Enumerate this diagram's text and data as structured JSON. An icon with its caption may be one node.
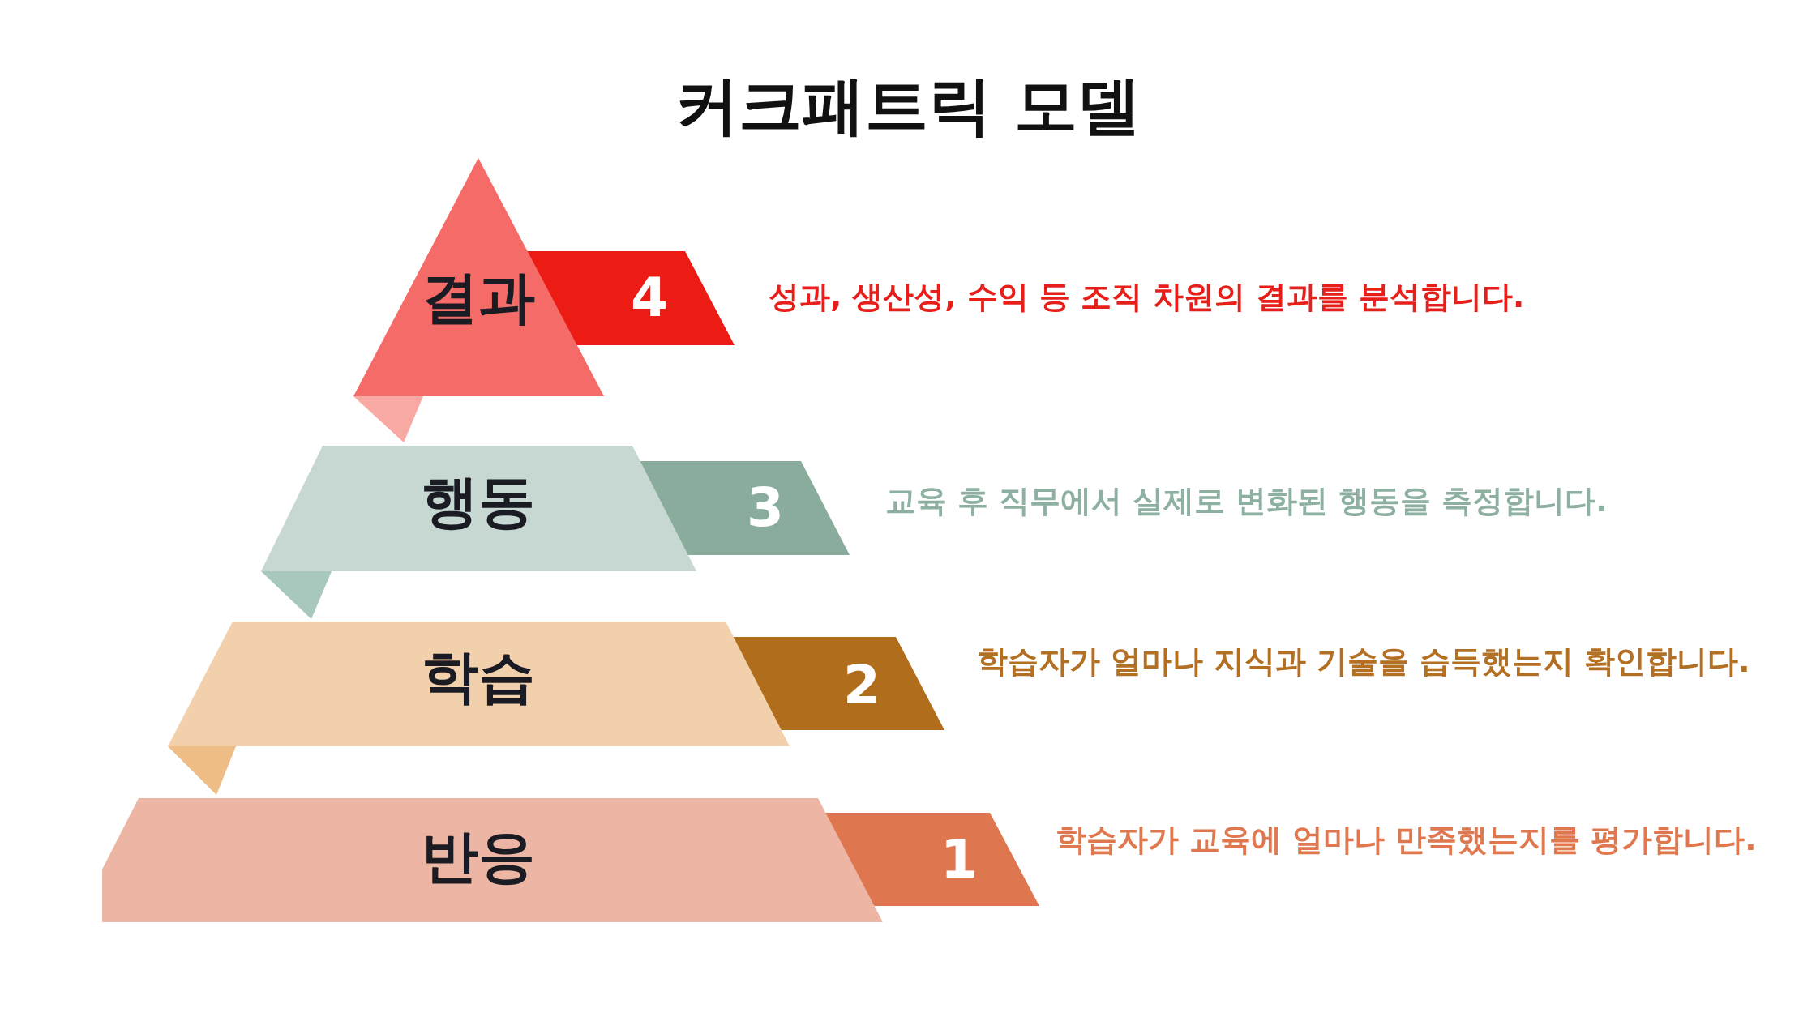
{
  "diagram": {
    "title": "커크패트릭 모델",
    "nodes": [
      {
        "text": [
          "결과"
        ]
      },
      {
        "text": [
          "4"
        ],
        "beside": [
          "성과, 생산성, 수익 등 조직 차원의 결과를 분석합니다."
        ]
      },
      {
        "text": [
          "행동"
        ]
      },
      {
        "text": [
          "3"
        ],
        "beside": [
          "교육 후 직무에서 실제로 변화된 행동을 측정합니다."
        ]
      },
      {
        "text": [
          "학습"
        ]
      },
      {
        "text": [
          "2"
        ],
        "beside": [
          "학습자가 얼마나 지식과 기술을 습득했는지 확인합니다."
        ]
      },
      {
        "text": [
          "반응"
        ]
      },
      {
        "text": [
          "1"
        ],
        "beside": [
          "학습자가 교육에 얼마나 만족했는지를 평가합니다."
        ]
      }
    ]
  }
}
